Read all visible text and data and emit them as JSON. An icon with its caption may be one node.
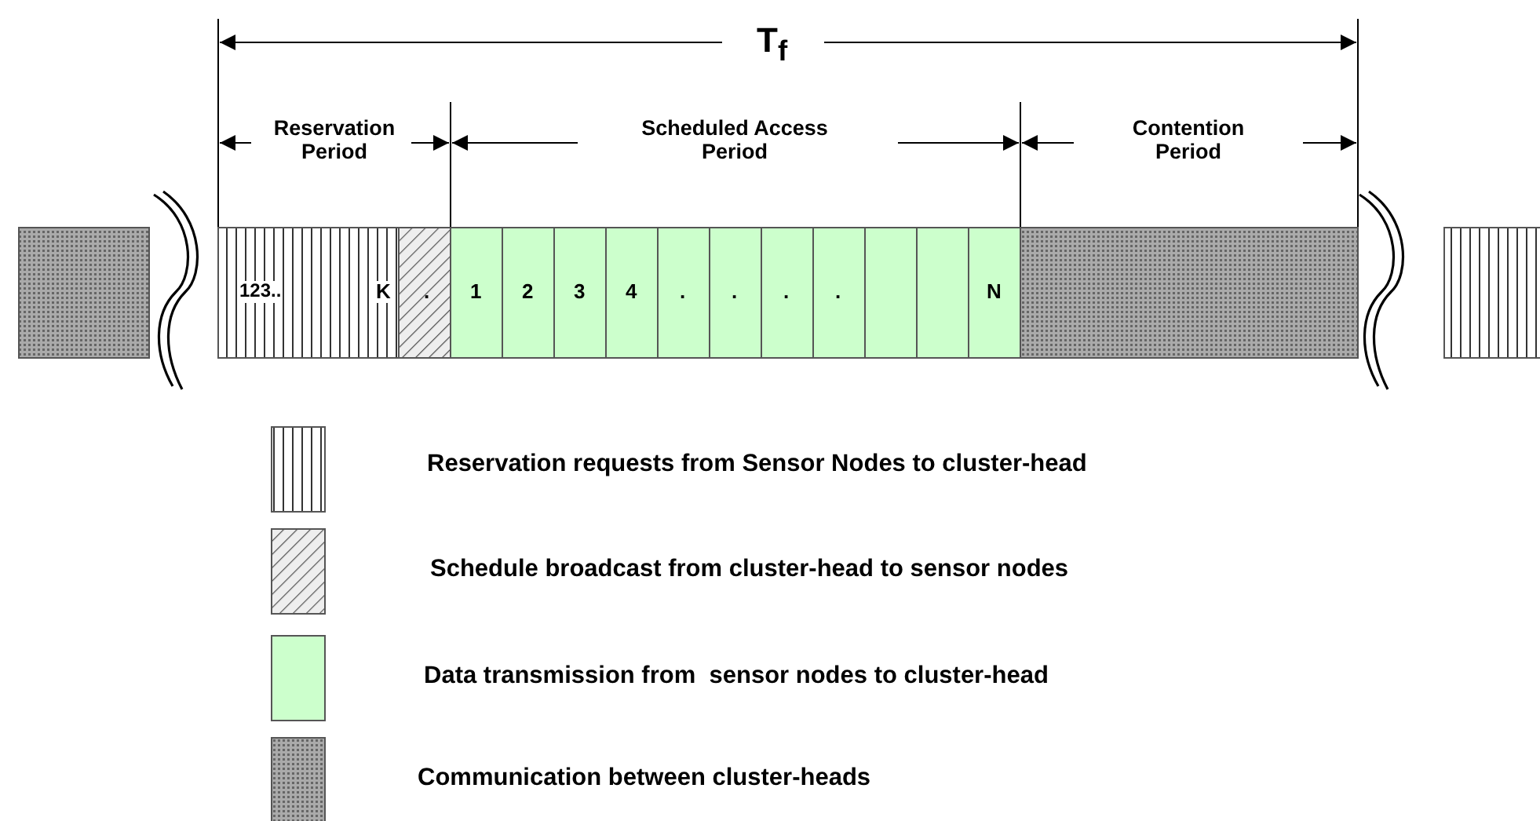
{
  "diagram": {
    "labels": [
      "T$_{f}$",
      "Reservation Period",
      "Scheduled Access Period",
      "Contention Period",
      "123..",
      "K",
      ".",
      "1",
      "2",
      "3",
      "4",
      ".",
      ".",
      ".",
      ".",
      "N"
    ],
    "legend": [
      {
        "text": "Reservation requests from Sensor Nodes to cluster-head"
      },
      {
        "text": "Schedule broadcast from cluster-head to sensor nodes"
      },
      {
        "text": "Data transmission from  sensor nodes to cluster-head",
        "color": "#ccffcc"
      },
      {
        "text": "Communication between cluster-heads"
      }
    ]
  }
}
